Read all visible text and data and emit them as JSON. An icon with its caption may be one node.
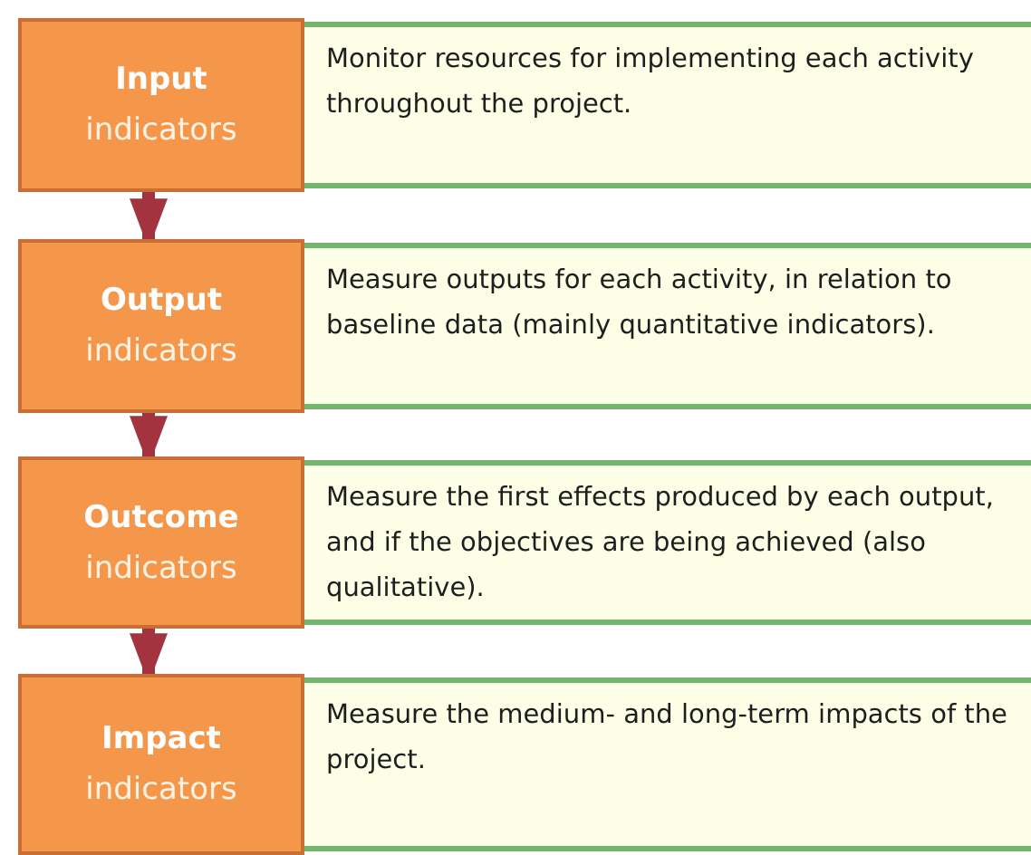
{
  "diagram": {
    "nodes": [
      {
        "text": [
          "Input",
          "indicators"
        ]
      },
      {
        "text": [
          "Monitor resources for implementing each activity throughout the project."
        ]
      },
      {
        "text": [
          "Output",
          "indicators"
        ]
      },
      {
        "text": [
          "Measure outputs for each activity, in relation to baseline data (mainly quantitative indicators)."
        ]
      },
      {
        "text": [
          "Outcome",
          "indicators"
        ]
      },
      {
        "text": [
          "Measure the first effects produced by each output, and if the objectives are being achieved (also qualitative)."
        ]
      },
      {
        "text": [
          "Impact",
          "indicators"
        ]
      },
      {
        "text": [
          "Measure the medium- and long-term impacts of the project."
        ]
      }
    ],
    "edges": [
      {
        "from": 0,
        "to": 2,
        "arrow": "to"
      },
      {
        "from": 2,
        "to": 4,
        "arrow": "to"
      },
      {
        "from": 4,
        "to": 6,
        "arrow": "to"
      }
    ]
  }
}
